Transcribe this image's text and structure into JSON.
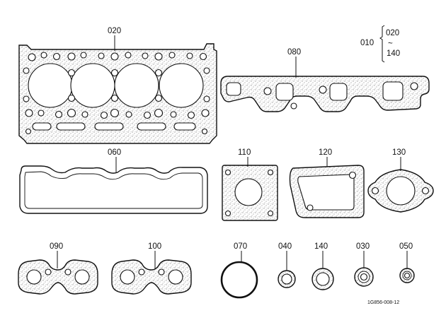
{
  "diagram": {
    "type": "gasket kit exploded parts diagram",
    "parts": [
      {
        "key": "head_gasket",
        "callout": "020"
      },
      {
        "key": "exhaust_manifold_gasket",
        "callout": "080"
      },
      {
        "key": "rocker_cover_gasket",
        "callout": "060"
      },
      {
        "key": "flange_gasket_square",
        "callout": "110"
      },
      {
        "key": "thermostat_gasket",
        "callout": "120"
      },
      {
        "key": "oval_flange_gasket",
        "callout": "130"
      },
      {
        "key": "intake_gasket_left",
        "callout": "090"
      },
      {
        "key": "intake_gasket_right",
        "callout": "100"
      },
      {
        "key": "o_ring",
        "callout": "070"
      },
      {
        "key": "seal_ring_a",
        "callout": "040"
      },
      {
        "key": "seal_ring_b",
        "callout": "140"
      },
      {
        "key": "seal_washer_a",
        "callout": "030"
      },
      {
        "key": "seal_washer_b",
        "callout": "050"
      }
    ],
    "kit_reference": {
      "number": "010",
      "range_start": "020",
      "range_sep": "~",
      "range_end": "140"
    },
    "figure_id": "1G856-008-12"
  }
}
